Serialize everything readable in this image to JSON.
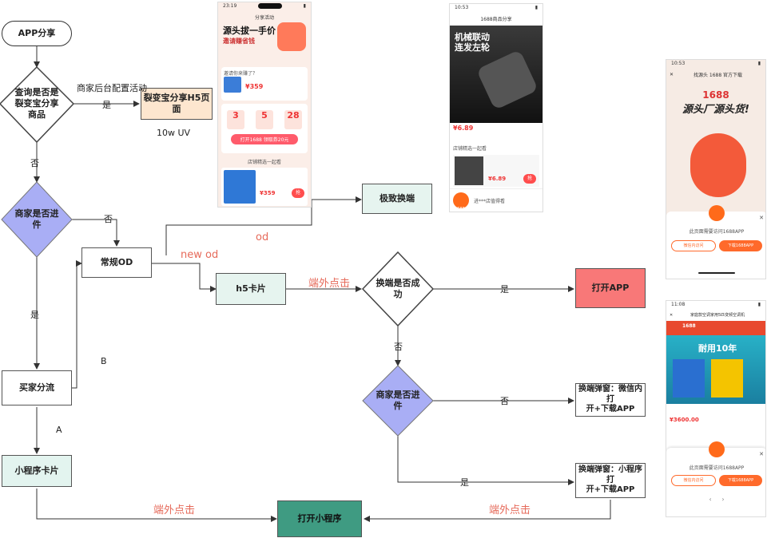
{
  "nodes": {
    "app_share": "APP分享",
    "query_diamond": "查询是否是\n裂变宝分享\n商品",
    "h5_page": "裂变宝分享H5页面",
    "merchant_stock_1": "商家是否进\n件",
    "regular_od": "常规OD",
    "extreme_app": "极致换端",
    "h5_card": "h5卡片",
    "switch_success": "换端是否成\n功",
    "open_app": "打开APP",
    "buyer_split": "买家分流",
    "merchant_stock_2": "商家是否进\n件",
    "popup_wechat": "换端弹窗：微信内打\n开+下载APP",
    "popup_mini": "换端弹窗：小程序打\n开+下载APP",
    "mini_card": "小程序卡片",
    "open_mini": "打开小程序"
  },
  "labels": {
    "backend_config": "商家后台配置活动",
    "yes_1": "是",
    "uv": "10w UV",
    "no_1": "否",
    "no_2": "否",
    "yes_2": "是",
    "od": "od",
    "new_od": "new od",
    "outside_click_1": "端外点击",
    "yes_3": "是",
    "no_3": "否",
    "b": "B",
    "a": "A",
    "no_4": "否",
    "yes_4": "是",
    "outside_click_2": "端外点击",
    "outside_click_3": "端外点击"
  },
  "phone1": {
    "time": "23:19",
    "title": "分享活动",
    "banner1": "源头拔一手价",
    "banner2": "邀请赚省钱",
    "invite": "邀请你来赚了？",
    "price": "¥359",
    "stat1": "3",
    "stat2": "5",
    "stat3": "28",
    "cta": "打开1688 领取券20元",
    "section": "店铺精选一起看",
    "price2": "¥359",
    "btn": "抢"
  },
  "phone2": {
    "time": "10:53",
    "title": "1688商品分享",
    "banner1": "机械联动",
    "banner2": "连发左轮",
    "price": "¥6.89",
    "section": "店铺精选一起看",
    "price2": "¥6.89",
    "logo": "1688",
    "app_text": "进***店值得看",
    "btn": "抢"
  },
  "phone3": {
    "time": "10:53",
    "title": "找源头 1688 官方下载",
    "brand": "1688",
    "slogan": "源头厂源头货!",
    "prompt": "此页面需要访问1688APP",
    "btn_left": "微信内访问",
    "btn_right": "下载1688APP"
  },
  "phone4": {
    "time": "11:08",
    "title": "家庭款空调家用5匹变频空调机",
    "brand": "1688",
    "slogan": "耐用10年",
    "price": "¥3600.00",
    "prompt": "此页面需要访问1688APP",
    "btn_left": "微信内访问",
    "btn_right": "下载1688APP"
  },
  "colors": {
    "h5_page": "#fde6cf",
    "diamond": "#a9aef5",
    "light_green": "#e6f4ef",
    "open_app": "#f87878",
    "mini_card": "#e3f4ef",
    "open_mini": "#3f9b82",
    "accent_text": "#e66a5a"
  }
}
